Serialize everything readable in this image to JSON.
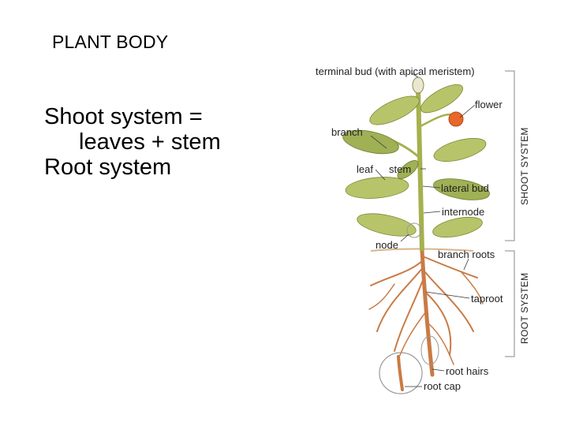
{
  "slide": {
    "title": "PLANT BODY",
    "bullets": [
      "Shoot system =",
      "leaves + stem",
      "Root system"
    ]
  },
  "diagram": {
    "labels": {
      "terminal_bud": "terminal bud (with apical meristem)",
      "flower": "flower",
      "branch": "branch",
      "leaf": "leaf",
      "stem": "stem",
      "lateral_bud": "lateral bud",
      "internode": "internode",
      "node": "node",
      "branch_roots": "branch roots",
      "taproot": "taproot",
      "root_hairs": "root hairs",
      "root_cap": "root cap"
    },
    "systems": {
      "shoot": "SHOOT SYSTEM",
      "root": "ROOT SYSTEM"
    },
    "colors": {
      "leaf": "#b8c46a",
      "stem": "#a6b04e",
      "root": "#c97b45",
      "flower": "#e8672a"
    }
  }
}
